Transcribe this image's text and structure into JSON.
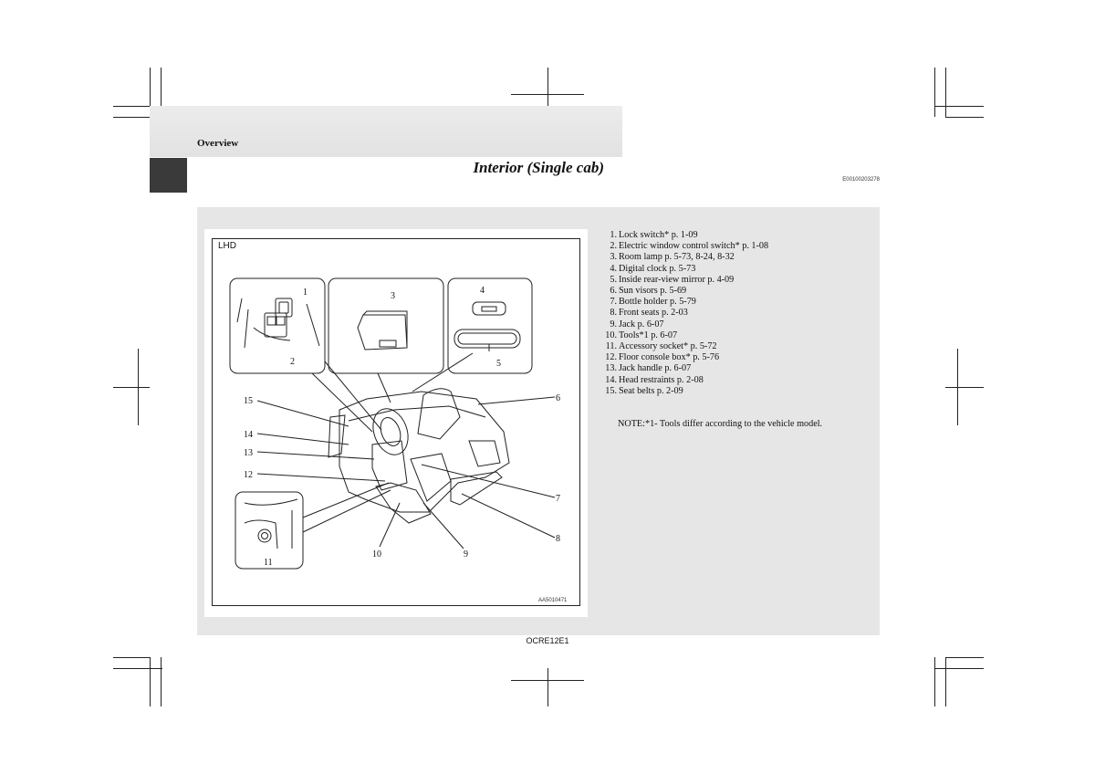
{
  "header": {
    "section": "Overview",
    "title": "Interior (Single cab)",
    "doc_code": "E00100203278"
  },
  "figure": {
    "variant_label": "LHD",
    "figure_code": "AA5010471",
    "callouts": [
      "1",
      "2",
      "3",
      "4",
      "5",
      "6",
      "7",
      "8",
      "9",
      "10",
      "11",
      "12",
      "13",
      "14",
      "15"
    ]
  },
  "legend": [
    {
      "num": "1.",
      "text": "Lock switch* p. 1-09"
    },
    {
      "num": "2.",
      "text": "Electric window control switch* p. 1-08"
    },
    {
      "num": "3.",
      "text": "Room lamp p. 5-73, 8-24, 8-32"
    },
    {
      "num": "4.",
      "text": "Digital clock p. 5-73"
    },
    {
      "num": "5.",
      "text": "Inside rear-view mirror p. 4-09"
    },
    {
      "num": "6.",
      "text": "Sun visors p. 5-69"
    },
    {
      "num": "7.",
      "text": "Bottle holder p. 5-79"
    },
    {
      "num": "8.",
      "text": "Front seats p. 2-03"
    },
    {
      "num": "9.",
      "text": "Jack p. 6-07"
    },
    {
      "num": "10.",
      "text": "Tools*1 p. 6-07"
    },
    {
      "num": "11.",
      "text": "Accessory socket* p. 5-72"
    },
    {
      "num": "12.",
      "text": "Floor console box* p. 5-76"
    },
    {
      "num": "13.",
      "text": "Jack handle p. 6-07"
    },
    {
      "num": "14.",
      "text": "Head restraints p. 2-08"
    },
    {
      "num": "15.",
      "text": "Seat belts p. 2-09"
    }
  ],
  "note": "NOTE:*1- Tools differ according to the vehicle model.",
  "footer": {
    "code": "OCRE12E1"
  }
}
